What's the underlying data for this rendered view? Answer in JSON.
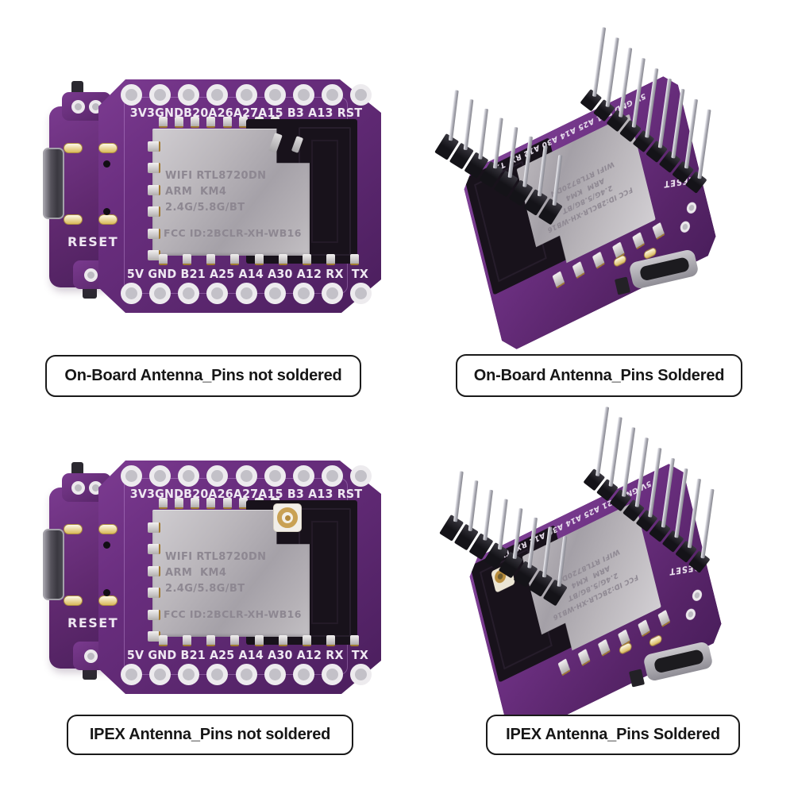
{
  "page": {
    "background_color": "#FFFFFF",
    "description_counts": {
      "boards_shown": 4,
      "pins_per_row": 9
    }
  },
  "board": {
    "top_pin_labels": "3V3GNDB20A26A27A15 B3 A13 RST",
    "bottom_pin_labels": "5V GND B21 A25 A14 A30 A12 RX  TX",
    "reset_label": "RESET",
    "module_line1": "WIFI RTL8720DN",
    "module_line2": "ARM  KM4",
    "module_line3": "2.4G/5.8G/BT",
    "module_fcc": "FCC ID:2BCLR-XH-WB16"
  },
  "panels": [
    {
      "position": "top-left",
      "antenna": "on-board",
      "header_pins": "not soldered",
      "caption": "On-Board Antenna_Pins not soldered"
    },
    {
      "position": "top-right",
      "antenna": "on-board",
      "header_pins": "soldered",
      "caption": "On-Board Antenna_Pins Soldered"
    },
    {
      "position": "bottom-left",
      "antenna": "IPEX",
      "header_pins": "not soldered",
      "caption": "IPEX Antenna_Pins not soldered"
    },
    {
      "position": "bottom-right",
      "antenna": "IPEX",
      "header_pins": "soldered",
      "caption": "IPEX Antenna_Pins Soldered"
    }
  ],
  "colors": {
    "pcb_purple": "#632A77",
    "pcb_purple_light": "#7C3B91",
    "pcb_purple_dark": "#4A1E5C",
    "antenna_black": "#18121B",
    "shield_silver": "#B8B4B9",
    "shield_text_gray": "#8D8791",
    "silkscreen_white": "#EFE8F2",
    "pad_gold": "#C89B4E",
    "solder_silver": "#E8E6E8",
    "header_plastic_black": "#1A191D",
    "pin_metal_silver": "#C7C7CE",
    "caption_border": "#1A1A1A",
    "caption_text": "#161616"
  }
}
